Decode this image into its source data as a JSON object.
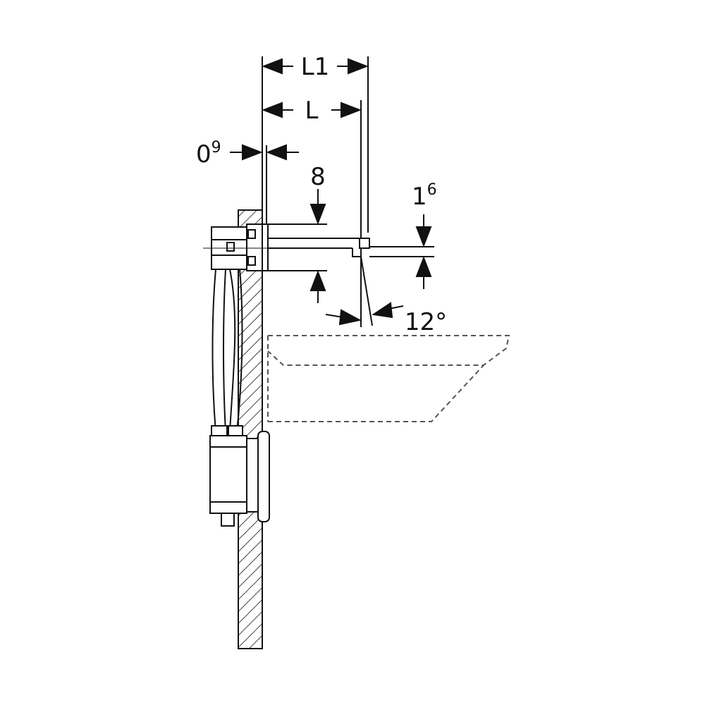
{
  "diagram": {
    "dimensions": {
      "L1": {
        "label": "L1"
      },
      "L": {
        "label": "L"
      },
      "wall_offset": {
        "base": "0",
        "sup": "9"
      },
      "top_gap": {
        "label": "8"
      },
      "spout_height": {
        "base": "1",
        "sup": "6"
      },
      "angle": {
        "label": "12°"
      }
    },
    "colors": {
      "line": "#111111",
      "dashed": "#555555"
    }
  }
}
